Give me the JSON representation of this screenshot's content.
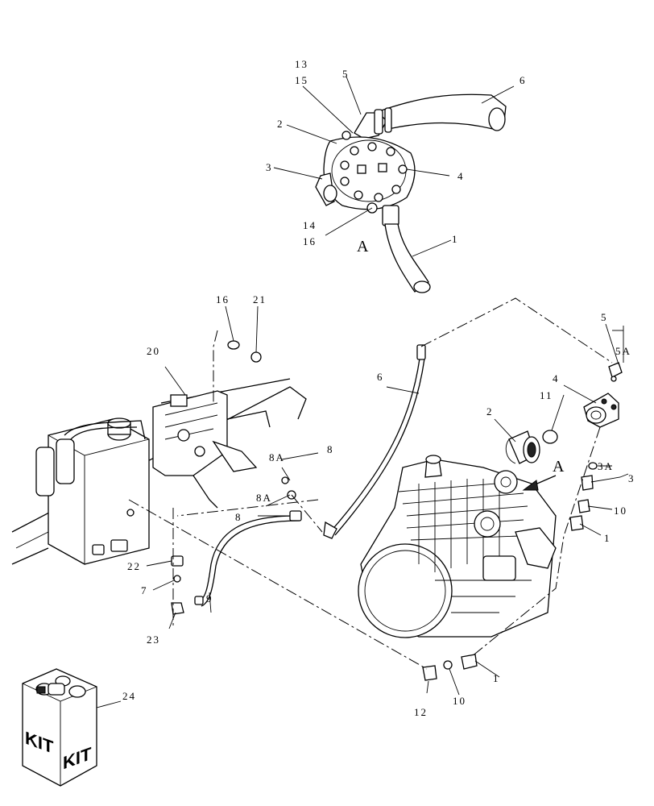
{
  "callouts": {
    "c13": "13",
    "c15": "15",
    "c5_top": "5",
    "c6_top": "6",
    "c2_top": "2",
    "c3_top": "3",
    "c4_top": "4",
    "c14": "14",
    "c16_top": "16",
    "cA_top": "A",
    "c1_top": "1",
    "c16_mid": "16",
    "c21": "21",
    "c20": "20",
    "c6_mid": "6",
    "c5_right": "5",
    "c5A": "5A",
    "c4_right": "4",
    "c11": "11",
    "c2_right": "2",
    "cA_engine": "A",
    "c3A": "3A",
    "c3_right": "3",
    "c10_right": "10",
    "c1_right": "1",
    "c8_a": "8",
    "c8A_a": "8A",
    "c8A_b": "8A",
    "c8_b": "8",
    "c22": "22",
    "c7": "7",
    "c9": "9",
    "c23": "23",
    "c24": "24",
    "c1_bottom": "1",
    "c10_bottom": "10",
    "c12": "12"
  },
  "kit_label": "KIT"
}
